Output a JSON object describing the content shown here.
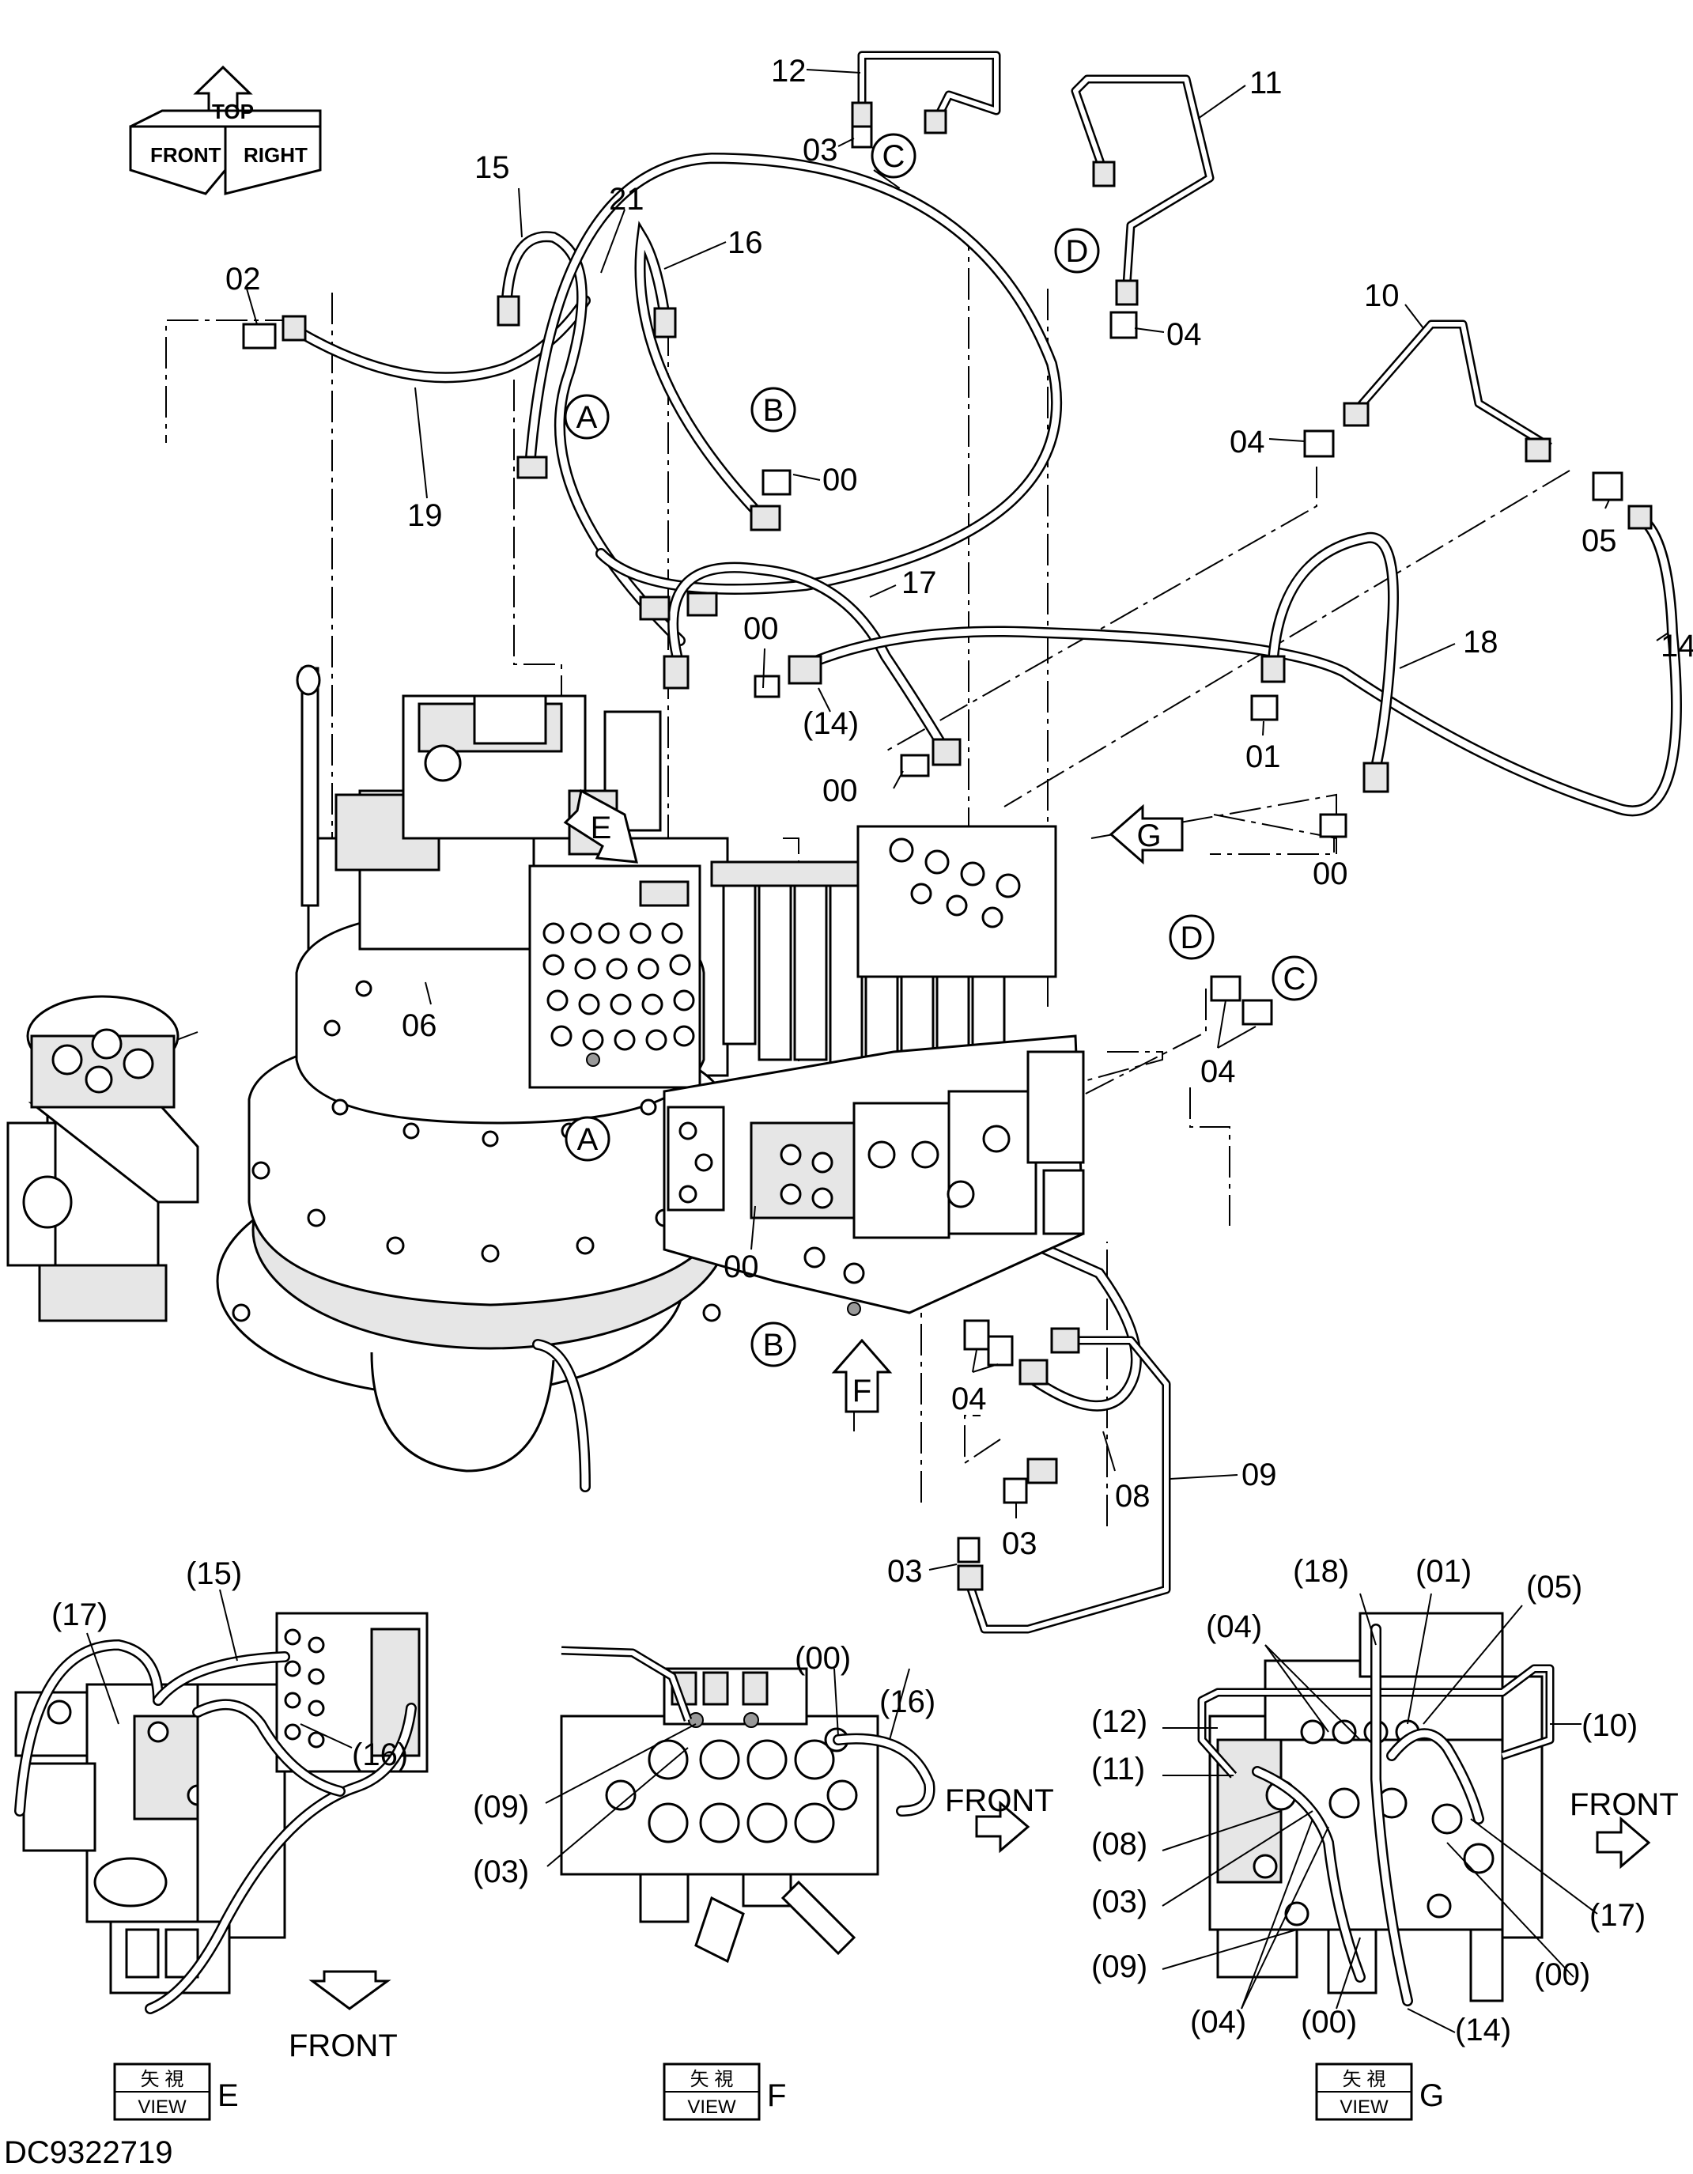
{
  "drawing_number": "DC9322719",
  "orientation_cube": {
    "front": "FRONT",
    "top": "TOP",
    "right": "RIGHT"
  },
  "callouts": {
    "c12": "12",
    "c11": "11",
    "c10": "10",
    "c15": "15",
    "c21": "21",
    "c16": "16",
    "c02": "02",
    "c19": "19",
    "c03_top": "03",
    "c04_top": "04",
    "c04_mid": "04",
    "c05": "05",
    "c00_b": "00",
    "c17": "17",
    "c18": "18",
    "c14": "14",
    "c00_left": "00",
    "c14_paren": "(14)",
    "c00_mid": "00",
    "c01": "01",
    "c00_right": "00",
    "c06": "06",
    "c04_cd": "04",
    "c00_bottom": "00",
    "c04_bottom": "04",
    "c08": "08",
    "c09": "09",
    "c03_left": "03",
    "c03_right": "03"
  },
  "connection_markers": {
    "A_top": "A",
    "A_bottom": "A",
    "B_top": "B",
    "B_bottom": "B",
    "C_top": "C",
    "C_right": "C",
    "D_top": "D",
    "D_right": "D"
  },
  "view_arrows": {
    "E": "E",
    "G": "G",
    "F": "F"
  },
  "view_e": {
    "labels": [
      "(17)",
      "(15)",
      "(16)"
    ],
    "front_label": "FRONT",
    "caption": {
      "kanji": "矢 視",
      "view": "VIEW",
      "letter": "E"
    }
  },
  "view_f": {
    "labels": [
      "(00)",
      "(16)",
      "(09)",
      "(03)"
    ],
    "front_label": "FRONT",
    "caption": {
      "kanji": "矢 視",
      "view": "VIEW",
      "letter": "F"
    }
  },
  "view_g": {
    "labels": [
      "(18)",
      "(01)",
      "(05)",
      "(04)",
      "(12)",
      "(10)",
      "(11)",
      "(08)",
      "(03)",
      "(17)",
      "(09)",
      "(00)",
      "(04)",
      "(00)",
      "(14)"
    ],
    "front_label": "FRONT",
    "caption": {
      "kanji": "矢 視",
      "view": "VIEW",
      "letter": "G"
    }
  }
}
